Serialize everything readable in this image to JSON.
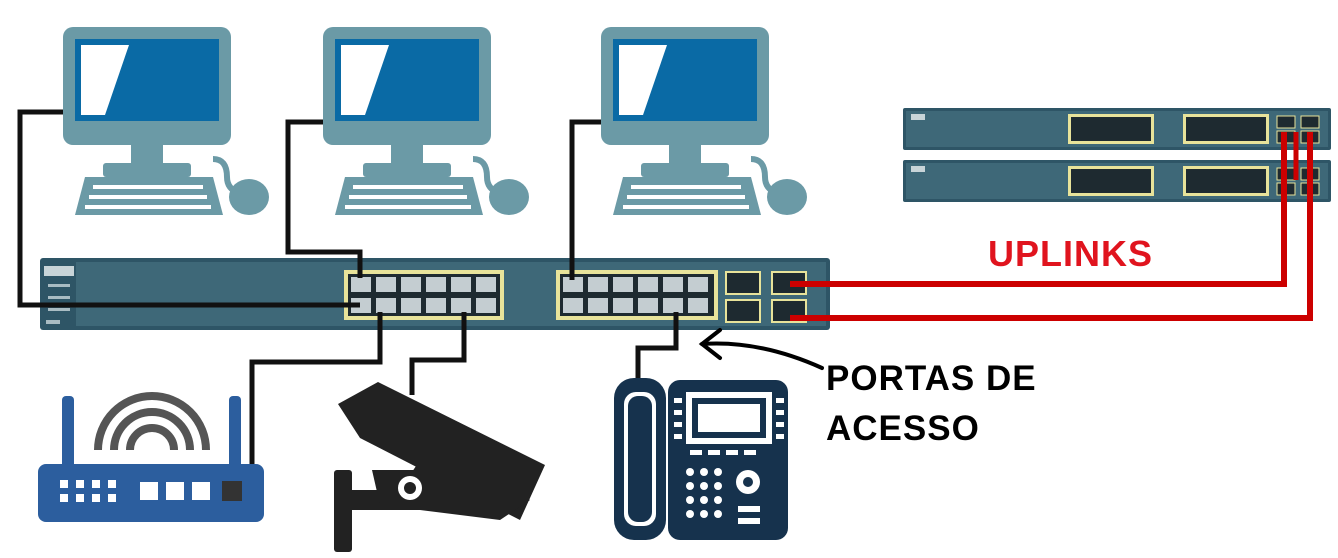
{
  "labels": {
    "uplinks": "UPLINKS",
    "access_ports_line1": "PORTAS DE",
    "access_ports_line2": "ACESSO"
  },
  "colors": {
    "uplink_cable": "#cc0000",
    "access_cable": "#111111",
    "uplink_text": "#e0141e",
    "access_text": "#000000",
    "switch_body": "#2e5566",
    "switch_face": "#3e6878",
    "port_frame": "#e8e39a",
    "computer_frame": "#6b9aa6",
    "computer_screen": "#0a6aa5",
    "router_body": "#2c5e9e",
    "camera": "#222222",
    "phone": "#16324d"
  },
  "icons": {
    "computers": [
      "computer-icon",
      "computer-icon",
      "computer-icon"
    ],
    "router": "wifi-router-icon",
    "camera": "security-camera-icon",
    "phone": "ip-phone-icon",
    "access_switch": "access-switch-icon",
    "uplink_switches": [
      "uplink-switch-icon",
      "uplink-switch-icon"
    ]
  }
}
